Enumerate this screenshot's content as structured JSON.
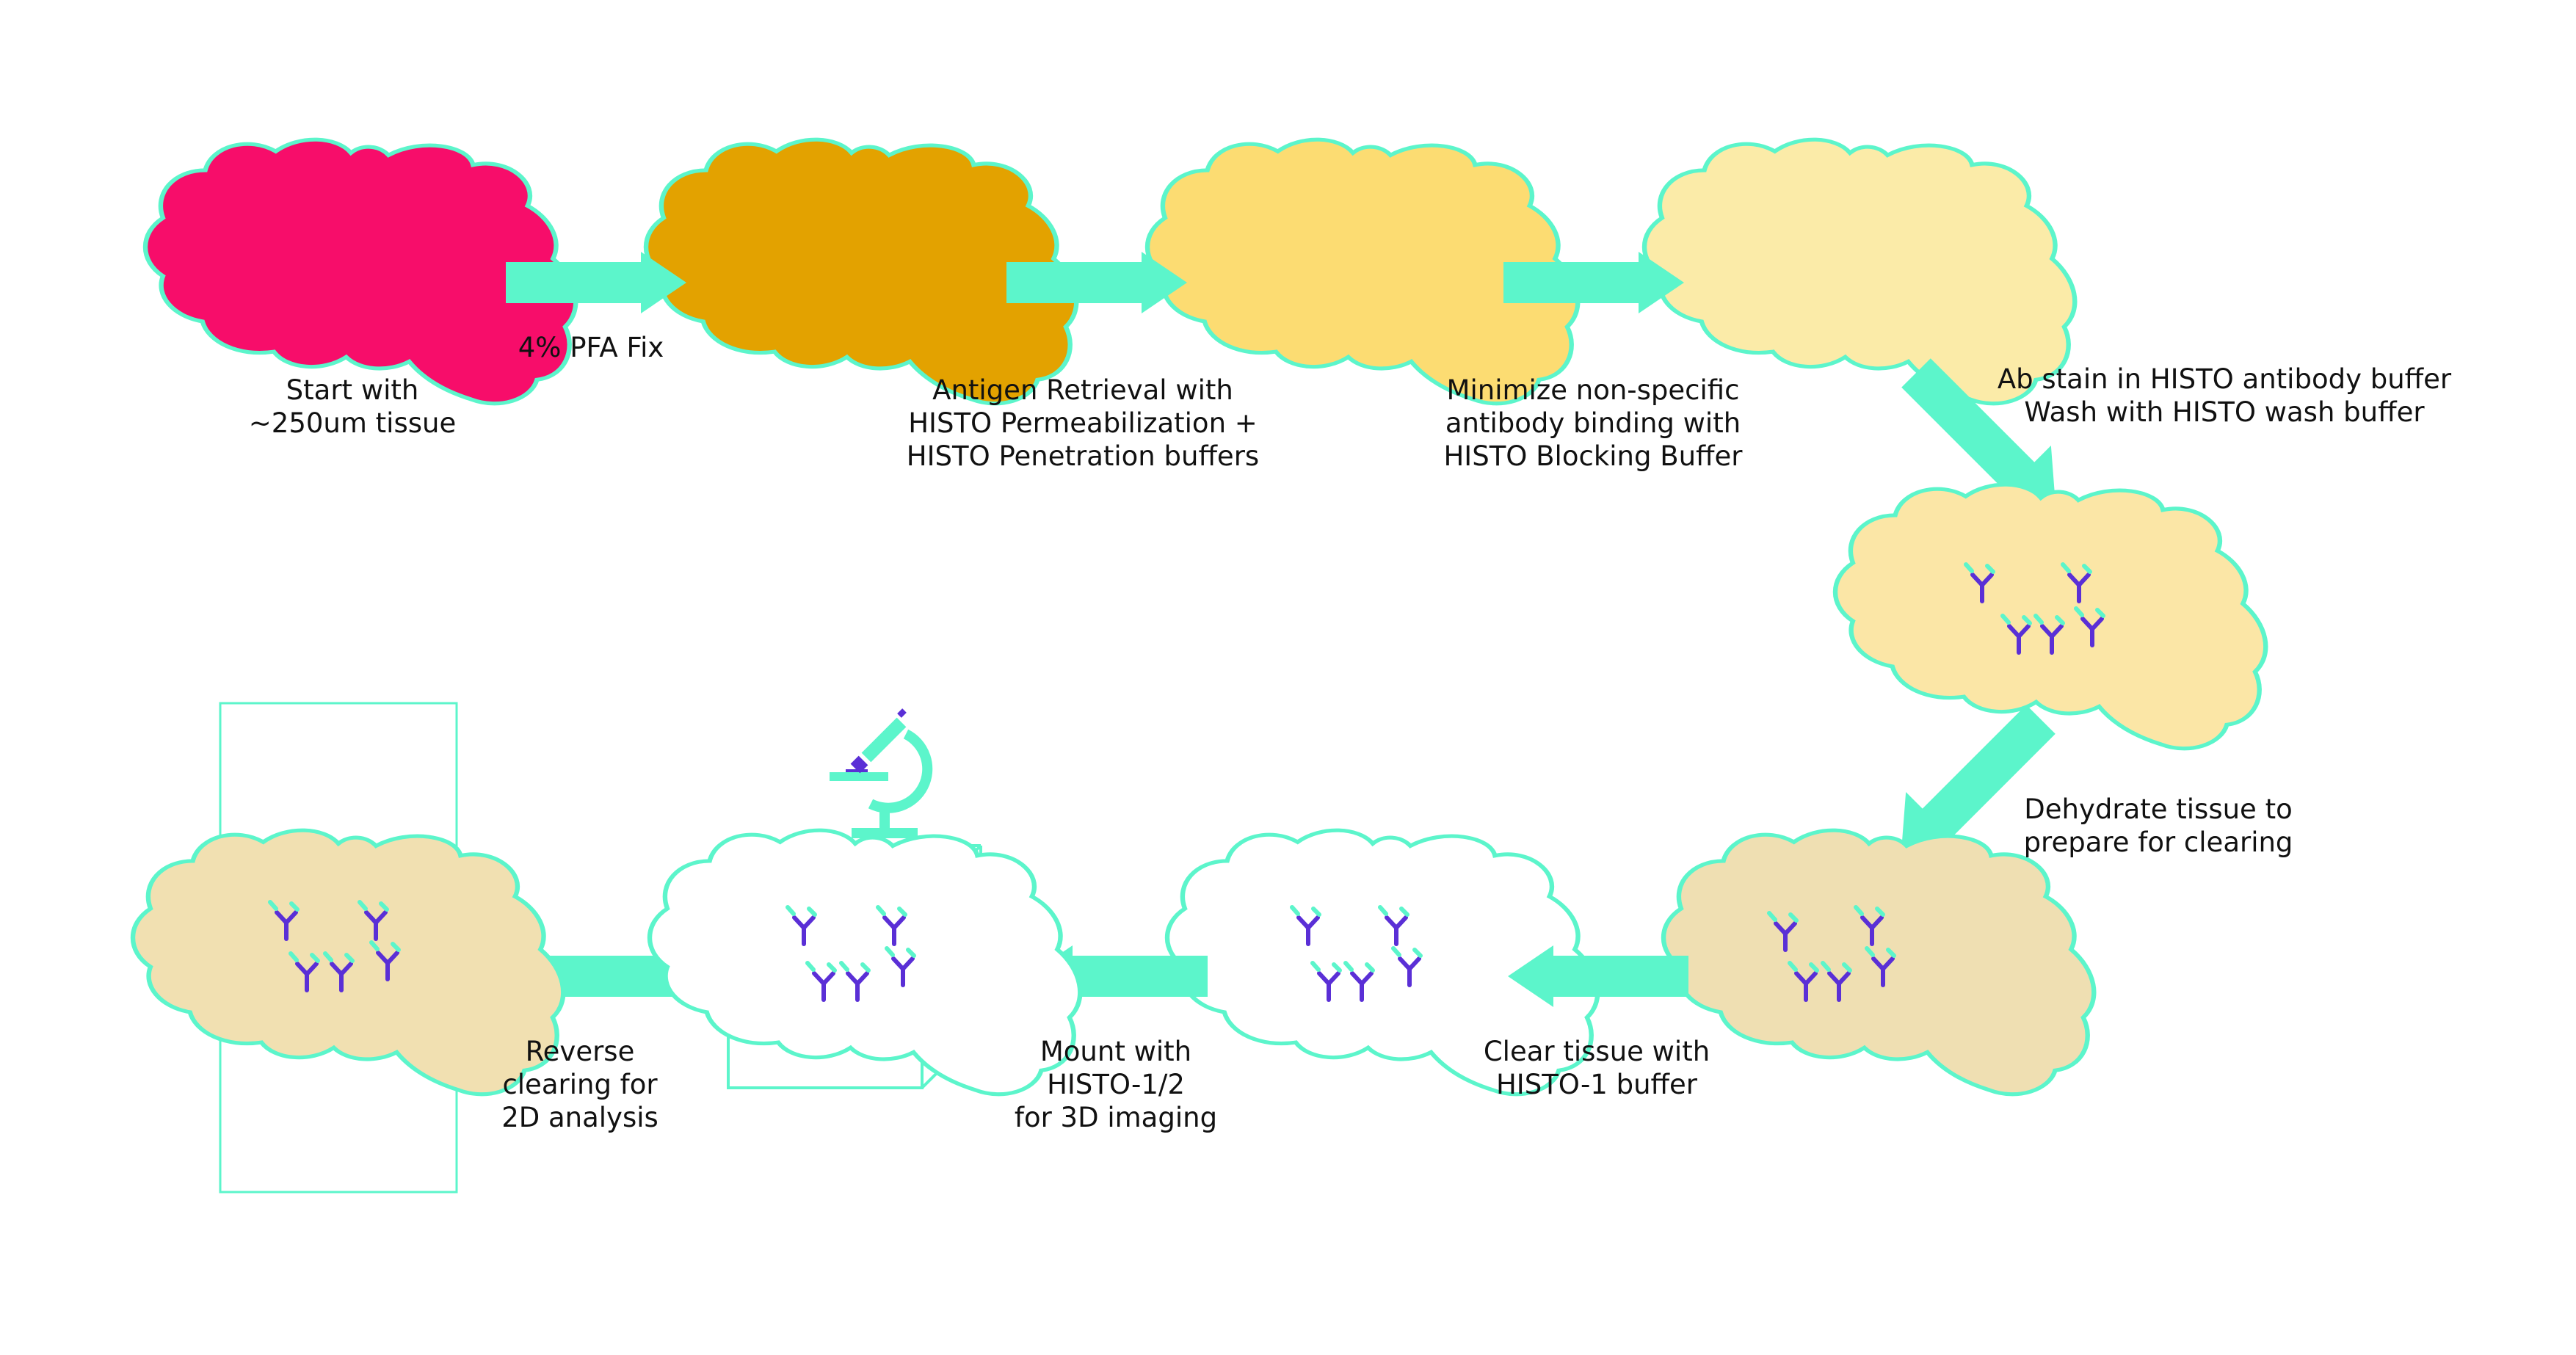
{
  "colors": {
    "accent": "#5cf5cb",
    "fresh_tissue": "#f70d6a",
    "fixed_tissue": "#e3a200",
    "retrieved_tissue": "#fcdc72",
    "blocked_tissue": "#fbeba8",
    "stained_tissue": "#fbe6a6",
    "dehydrated_tissue": "#efdfb2",
    "cleared_tissue": "#ffffff",
    "reversed_tissue": "#f1e0b1",
    "antibody_primary": "#5a2fd6",
    "antibody_secondary": "#5cf5cb"
  },
  "steps": {
    "start": [
      "Start with",
      "~250um tissue"
    ],
    "fix": [
      "4% PFA Fix"
    ],
    "retrieval": [
      "Antigen Retrieval with",
      "HISTO Permeabilization +",
      "HISTO Penetration buffers"
    ],
    "blocking": [
      "Minimize non-specific",
      "antibody binding with",
      "HISTO Blocking Buffer"
    ],
    "staining": [
      "Ab stain in HISTO antibody buffer",
      "Wash with HISTO wash buffer"
    ],
    "dehydrate": [
      "Dehydrate tissue to",
      "prepare for clearing"
    ],
    "clear": [
      "Clear tissue with",
      "HISTO-1 buffer"
    ],
    "mount": [
      "Mount with",
      "HISTO-1/2",
      "for 3D imaging"
    ],
    "reverse": [
      "Reverse",
      "clearing for",
      "2D analysis"
    ]
  },
  "icons": {
    "tissue": "tissue-section-icon",
    "arrow": "process-arrow-icon",
    "antibody": "antibody-icon",
    "microscope": "microscope-icon",
    "imaging_cube": "imaging-cube-icon",
    "slide": "microscope-slide-icon"
  }
}
